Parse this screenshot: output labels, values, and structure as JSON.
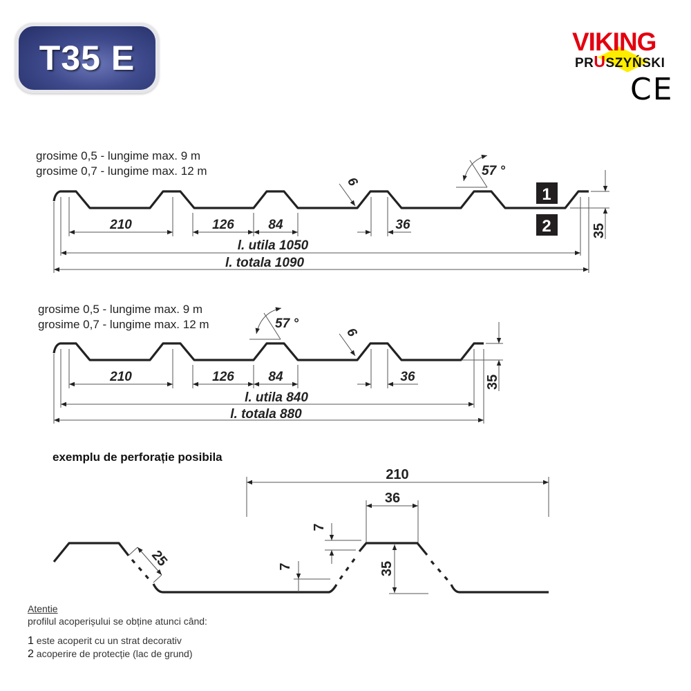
{
  "badge": {
    "title": "T35 E"
  },
  "logo": {
    "brand": "VIKING",
    "sub_a": "PR",
    "sub_u": "U",
    "sub_b": "SZYŃSKI",
    "mark": "CE"
  },
  "profile_1": {
    "info": [
      "grosime 0,5 - lungime max. 9 m",
      "grosime 0,7 - lungime max. 12 m"
    ],
    "dims": {
      "pitch": "210",
      "valley": "126",
      "base": "84",
      "top": "36",
      "radius": "6",
      "angle": "57 °",
      "height": "35"
    },
    "useful_width": "l. utila 1050",
    "total_width": "l. totala 1090",
    "layers": [
      "1",
      "2"
    ]
  },
  "profile_2": {
    "info": [
      "grosime 0,5 - lungime max. 9 m",
      "grosime 0,7 - lungime max. 12 m"
    ],
    "dims": {
      "pitch": "210",
      "valley": "126",
      "base": "84",
      "top": "36",
      "radius": "6",
      "angle": "57 °",
      "height": "35"
    },
    "useful_width": "l. utila 840",
    "total_width": "l. totala 880"
  },
  "perforation": {
    "title": "exemplu de perforație posibila",
    "dims": {
      "pitch": "210",
      "top": "36",
      "slope": "25",
      "offset_bottom": "7",
      "offset_top": "7",
      "height": "35"
    }
  },
  "note": {
    "heading": "Atentie",
    "intro": "profilul acoperișului se obține atunci când:",
    "items": [
      {
        "num": "1",
        "text": "este acoperit cu un strat decorativ"
      },
      {
        "num": "2",
        "text": "acoperire de protecție (lac de grund)"
      }
    ]
  },
  "colors": {
    "badge": "#2f3a7a",
    "brand_red": "#e3000f",
    "brand_yellow": "#ffed00",
    "ink": "#222222"
  }
}
